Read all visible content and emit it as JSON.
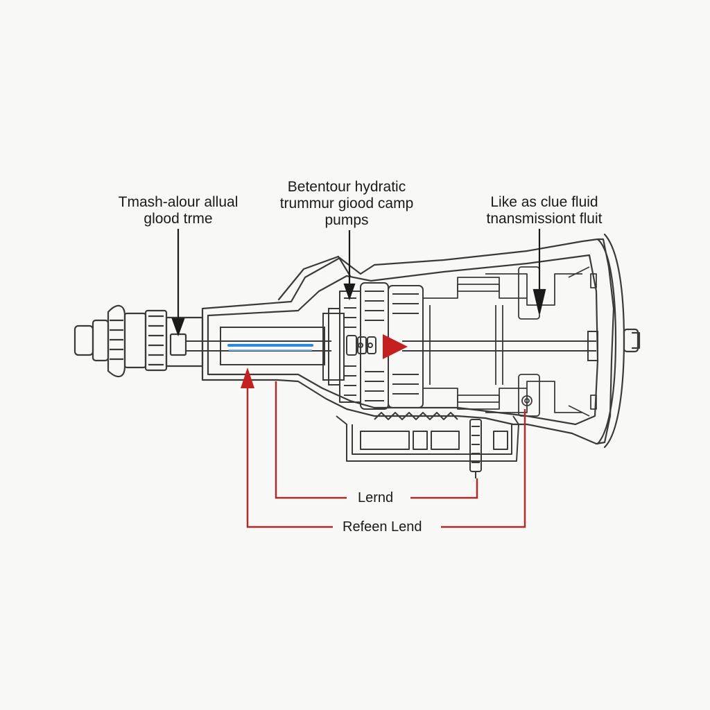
{
  "callouts": {
    "left": {
      "line1": "Tmash-alour allual",
      "line2": "glood trme"
    },
    "center": {
      "line1": "Betentour hydratic",
      "line2": "trummur giood camp",
      "line3": "pumps"
    },
    "right": {
      "line1": "Like as clue fluid",
      "line2": "tnansmissiont fluit"
    }
  },
  "legend": {
    "item1": "Lernd",
    "item2": "Refeen Lend"
  },
  "colors": {
    "outline": "#3a3a3a",
    "flow_line": "#b02a2a",
    "arrow_red": "#c42020",
    "blue_shaft": "#2a8ad8",
    "background": "#f8f8f7"
  }
}
